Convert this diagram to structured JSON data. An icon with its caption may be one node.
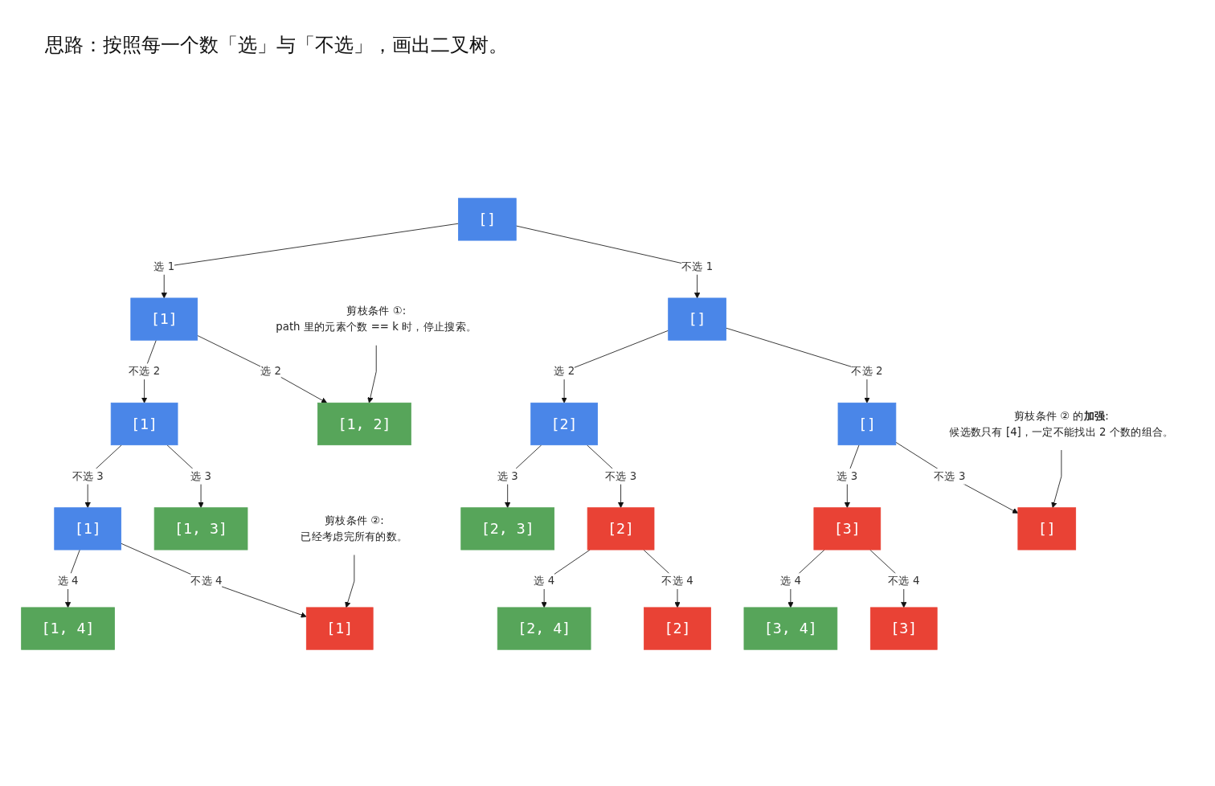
{
  "diagram": {
    "title": "思路：按照每一个数「选」与「不选」，画出二叉树。",
    "nodes": [
      {
        "text": [
          "[]"
        ]
      },
      {
        "text": [
          "[1]"
        ]
      },
      {
        "text": [
          "[]"
        ]
      },
      {
        "text": [
          "[1, 2]"
        ]
      },
      {
        "text": [
          "[1]"
        ]
      },
      {
        "text": [
          "[2]"
        ]
      },
      {
        "text": [
          "[]"
        ]
      },
      {
        "text": [
          "[1, 3]"
        ]
      },
      {
        "text": [
          "[1]"
        ]
      },
      {
        "text": [
          "[2, 3]"
        ]
      },
      {
        "text": [
          "[2]"
        ]
      },
      {
        "text": [
          "[3]"
        ]
      },
      {
        "text": [
          "[]"
        ]
      },
      {
        "text": [
          "[1, 4]"
        ]
      },
      {
        "text": [
          "[1]"
        ]
      },
      {
        "text": [
          "[2, 4]"
        ]
      },
      {
        "text": [
          "[2]"
        ]
      },
      {
        "text": [
          "[3, 4]"
        ]
      },
      {
        "text": [
          "[3]"
        ]
      },
      {
        "text": [
          "剪枝条件 ①:",
          "path 里的元素个数 == k 时，停止搜索。"
        ]
      },
      {
        "text": [
          "剪枝条件 ②:",
          "已经考虑完所有的数。"
        ]
      },
      {
        "text": [
          "剪枝条件 ② 的**加强**:",
          "候选数只有 [4]，一定不能找出 2 个数的组合。"
        ]
      }
    ],
    "edges": [
      {
        "from": 0,
        "to": 1,
        "label": "选 1",
        "arrow": "to"
      },
      {
        "from": 0,
        "to": 2,
        "label": "不选 1",
        "arrow": "to"
      },
      {
        "from": 1,
        "to": 3,
        "label": "选 2",
        "arrow": "to"
      },
      {
        "from": 1,
        "to": 4,
        "label": "不选 2",
        "arrow": "to"
      },
      {
        "from": 2,
        "to": 5,
        "label": "选 2",
        "arrow": "to"
      },
      {
        "from": 2,
        "to": 6,
        "label": "不选 2",
        "arrow": "to"
      },
      {
        "from": 4,
        "to": 7,
        "label": "选 3",
        "arrow": "to"
      },
      {
        "from": 4,
        "to": 8,
        "label": "不选 3",
        "arrow": "to"
      },
      {
        "from": 5,
        "to": 9,
        "label": "选 3",
        "arrow": "to"
      },
      {
        "from": 5,
        "to": 10,
        "label": "不选 3",
        "arrow": "to"
      },
      {
        "from": 6,
        "to": 11,
        "label": "选 3",
        "arrow": "to"
      },
      {
        "from": 6,
        "to": 12,
        "label": "不选 3",
        "arrow": "to"
      },
      {
        "from": 8,
        "to": 13,
        "label": "选 4",
        "arrow": "to"
      },
      {
        "from": 8,
        "to": 14,
        "label": "不选 4",
        "arrow": "to"
      },
      {
        "from": 10,
        "to": 15,
        "label": "选 4",
        "arrow": "to"
      },
      {
        "from": 10,
        "to": 16,
        "label": "不选 4",
        "arrow": "to"
      },
      {
        "from": 11,
        "to": 17,
        "label": "选 4",
        "arrow": "to"
      },
      {
        "from": 11,
        "to": 18,
        "label": "不选 4",
        "arrow": "to"
      },
      {
        "from": 19,
        "to": 3,
        "arrow": "to"
      },
      {
        "from": 20,
        "to": 14,
        "arrow": "to"
      },
      {
        "from": 21,
        "to": 12,
        "arrow": "to"
      }
    ]
  }
}
